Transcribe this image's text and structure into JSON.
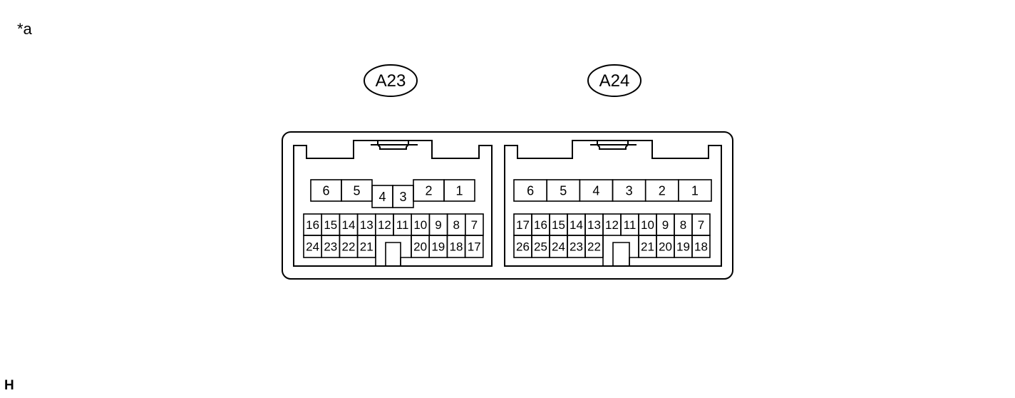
{
  "corner_label": "*a",
  "footer_label": "H",
  "connectors": [
    {
      "id": "A23",
      "top_row": [
        "6",
        "5",
        "4",
        "3",
        "2",
        "1"
      ],
      "row2": [
        "16",
        "15",
        "14",
        "13",
        "12",
        "11",
        "10",
        "9",
        "8",
        "7"
      ],
      "row3_left": [
        "24",
        "23",
        "22",
        "21"
      ],
      "row3_right": [
        "20",
        "19",
        "18",
        "17"
      ]
    },
    {
      "id": "A24",
      "top_row": [
        "6",
        "5",
        "4",
        "3",
        "2",
        "1"
      ],
      "row2": [
        "17",
        "16",
        "15",
        "14",
        "13",
        "12",
        "11",
        "10",
        "9",
        "8",
        "7"
      ],
      "row3_left": [
        "26",
        "25",
        "24",
        "23",
        "22"
      ],
      "row3_right": [
        "21",
        "20",
        "19",
        "18"
      ]
    }
  ]
}
